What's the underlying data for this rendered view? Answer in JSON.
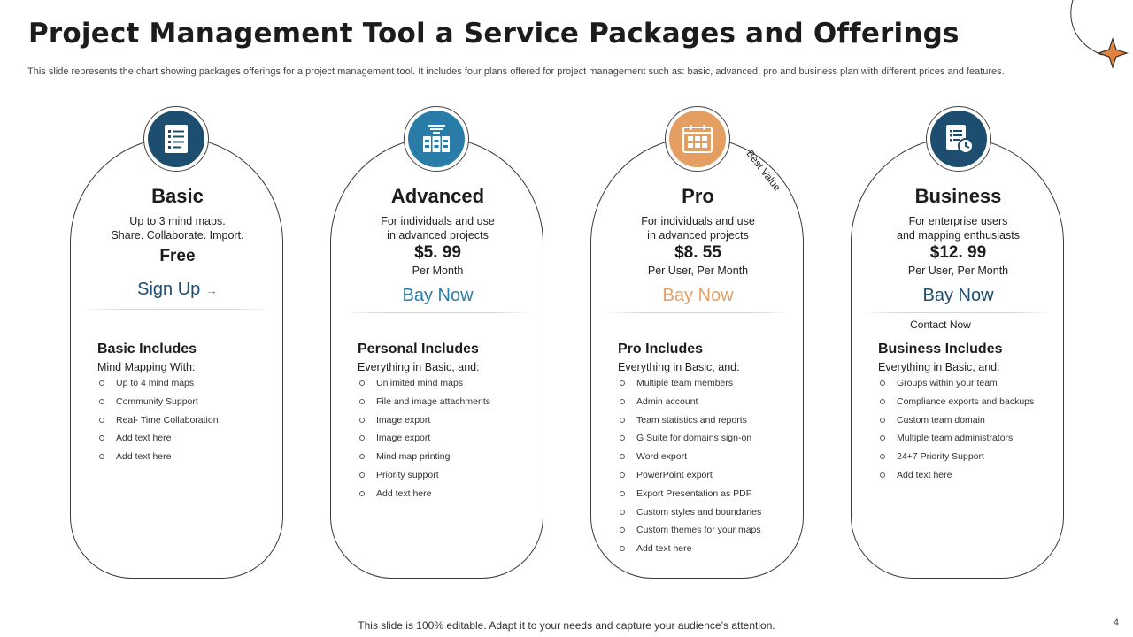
{
  "slide": {
    "title": "Project Management Tool a Service Packages and Offerings",
    "subtitle": "This slide represents the chart showing packages offerings for a project management tool. It includes four plans offered for project management such as: basic, advanced, pro and business plan with different prices and features.",
    "footer": "This slide is 100% editable. Adapt it to your needs and capture your audience’s attention.",
    "page_number": "4",
    "best_value_label": "Best Value"
  },
  "colors": {
    "navy": "#1d4e6f",
    "blue": "#2a7ca8",
    "orange": "#e59e62",
    "accent_star": "#e0813c"
  },
  "plans": [
    {
      "icon": "checklist-icon",
      "name": "Basic",
      "desc1": "Up to 3 mind maps.",
      "desc2": "Share.  Collaborate.  Import.",
      "price": "Free",
      "per": "",
      "cta": "Sign Up",
      "cta_arrow": "→",
      "contact": "",
      "includes_title": "Basic Includes",
      "includes_sub": "Mind Mapping With:",
      "features": [
        "Up to 4 mind maps",
        "Community  Support",
        "Real- Time Collaboration",
        "Add text here",
        "Add text here"
      ]
    },
    {
      "icon": "server-icon",
      "name": "Advanced",
      "desc1": "For individuals  and use",
      "desc2": "in advanced  projects",
      "price": "$5. 99",
      "per": "Per Month",
      "cta": "Bay Now",
      "contact": "",
      "includes_title": "Personal Includes",
      "includes_sub": "Everything  in Basic, and:",
      "features": [
        "Unlimited  mind  maps",
        "File and image attachments",
        "Image  export",
        "Image  export",
        "Mind map printing",
        "Priority support",
        "Add text here"
      ]
    },
    {
      "icon": "calendar-board-icon",
      "name": "Pro",
      "desc1": "For individuals  and use",
      "desc2": "in advanced  projects",
      "price": "$8. 55",
      "per": "Per User,  Per Month",
      "cta": "Bay Now",
      "contact": "",
      "includes_title": "Pro Includes",
      "includes_sub": "Everything  in Basic, and:",
      "features": [
        "Multiple  team members",
        "Admin account",
        "Team statistics and reports",
        "G Suite  for domains sign-on",
        "Word export",
        "PowerPoint export",
        "Export Presentation as PDF",
        "Custom styles and boundaries",
        "Custom themes for your maps",
        "Add text here"
      ]
    },
    {
      "icon": "document-clock-icon",
      "name": "Business",
      "desc1": "For enterprise users",
      "desc2": "and mapping  enthusiasts",
      "price": "$12. 99",
      "per": "Per User,  Per Month",
      "cta": "Bay Now",
      "contact": "Contact Now",
      "includes_title": "Business Includes",
      "includes_sub": "Everything  in Basic, and:",
      "features": [
        "Groups within your team",
        "Compliance exports and backups",
        "Custom team domain",
        "Multiple team administrators",
        "24+7 Priority Support",
        "Add text here"
      ]
    }
  ]
}
